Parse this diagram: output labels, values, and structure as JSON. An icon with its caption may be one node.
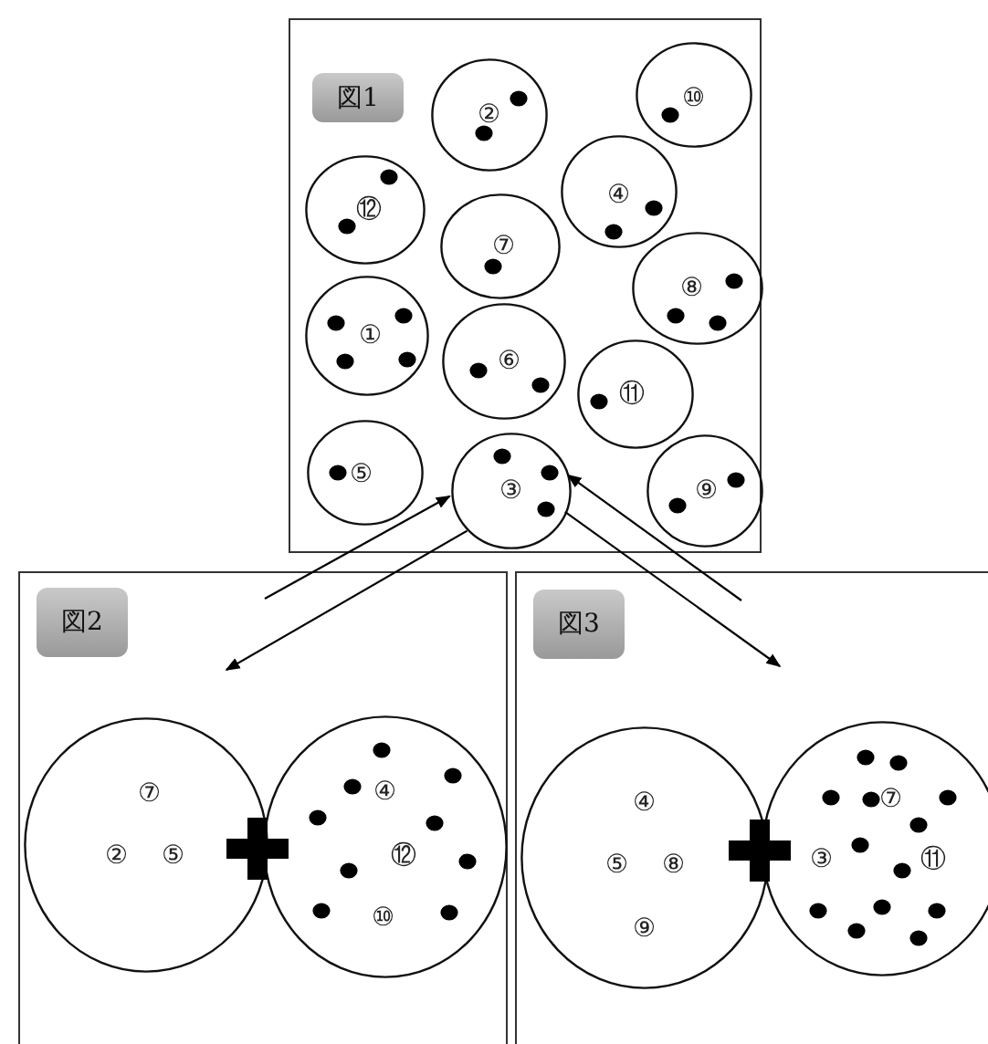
{
  "diagram": {
    "nodes": [
      {
        "text": [],
        "shape": "box"
      },
      {
        "text": [
          "図1"
        ],
        "in": 0
      },
      {
        "text": [
          "②"
        ],
        "in": 0
      },
      {
        "text": [
          "⑩"
        ],
        "in": 0
      },
      {
        "text": [
          "⑫"
        ],
        "in": 0
      },
      {
        "text": [
          "④"
        ],
        "in": 0
      },
      {
        "text": [
          "⑦"
        ],
        "in": 0
      },
      {
        "text": [
          "⑧"
        ],
        "in": 0
      },
      {
        "text": [
          "①"
        ],
        "in": 0
      },
      {
        "text": [
          "⑥"
        ],
        "in": 0
      },
      {
        "text": [
          "⑪"
        ],
        "in": 0
      },
      {
        "text": [
          "⑤"
        ],
        "in": 0
      },
      {
        "text": [
          "③"
        ],
        "in": 0
      },
      {
        "text": [
          "⑨"
        ],
        "in": 0
      },
      {
        "text": [],
        "shape": "box"
      },
      {
        "text": [
          "図2"
        ],
        "in": 14
      },
      {
        "text": [
          "⑦",
          "②",
          "⑤"
        ],
        "in": 14
      },
      {
        "text": [
          "④",
          "⑫",
          "⑩"
        ],
        "in": 14
      },
      {
        "text": [],
        "shape": "box"
      },
      {
        "text": [
          "図3"
        ],
        "in": 18
      },
      {
        "text": [
          "④",
          "⑤",
          "⑧",
          "⑨"
        ],
        "in": 18
      },
      {
        "text": [
          "⑦",
          "③",
          "⑪"
        ],
        "in": 18
      }
    ],
    "edges": [
      {
        "from": null,
        "to": 12,
        "arrow": "to"
      },
      {
        "from": 12,
        "to": null,
        "arrow": "to"
      },
      {
        "from": 12,
        "to": null,
        "arrow": "to"
      },
      {
        "from": null,
        "to": 12,
        "arrow": "to"
      }
    ]
  }
}
